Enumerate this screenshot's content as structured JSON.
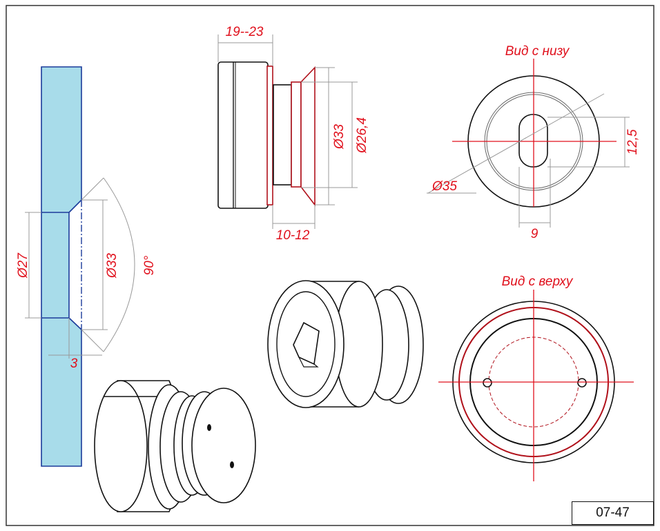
{
  "drawing_number": "07-47",
  "glass_section": {
    "dia_hole_inner": "Ø27",
    "dia_hole_outer": "Ø33",
    "countersink_angle": "90°",
    "countersink_depth": "3"
  },
  "side_view": {
    "length_range": "19--23",
    "dia_outer": "Ø33",
    "dia_inner": "Ø26,4",
    "glass_thickness_range": "10-12"
  },
  "bottom_view": {
    "title": "Вид с низу",
    "dia": "Ø35",
    "slot_length": "12,5",
    "slot_width": "9"
  },
  "top_view": {
    "title": "Вид с верху"
  },
  "colors": {
    "dimension": "#e0101c",
    "glass": "#a8dcea",
    "glass_edge": "#1a3a9a"
  }
}
